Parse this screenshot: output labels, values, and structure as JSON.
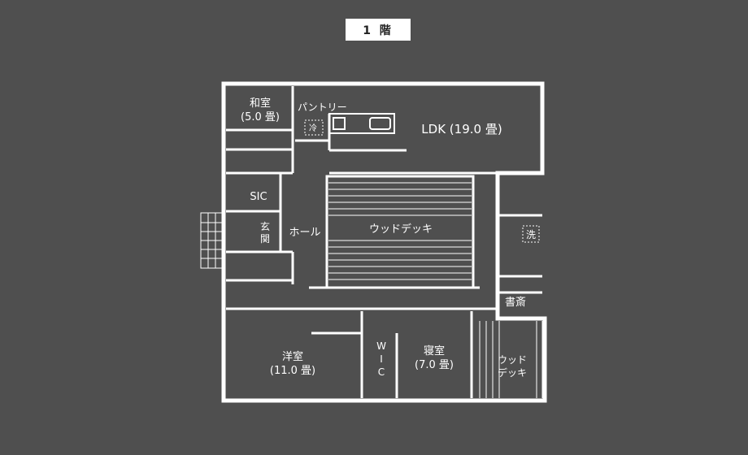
{
  "floor_label": "1 階",
  "rooms": {
    "washitsu": {
      "name": "和室",
      "size": "(5.0 畳)"
    },
    "pantry": {
      "name": "パントリー"
    },
    "fridge": {
      "name": "冷"
    },
    "ldk": {
      "name": "LDK (19.0 畳)"
    },
    "sic": {
      "name": "SIC"
    },
    "genkan_1": {
      "name": "玄"
    },
    "genkan_2": {
      "name": "関"
    },
    "hall": {
      "name": "ホール"
    },
    "wood_deck": {
      "name": "ウッドデッキ"
    },
    "laundry": {
      "name": "洗"
    },
    "study": {
      "name": "書斎"
    },
    "youshitsu": {
      "name": "洋室",
      "size": "(11.0 畳)"
    },
    "wic_w": {
      "name": "W"
    },
    "wic_i": {
      "name": "I"
    },
    "wic_c": {
      "name": "C"
    },
    "bedroom": {
      "name": "寝室",
      "size": "(7.0 畳)"
    },
    "deck2_1": {
      "name": "ウッド"
    },
    "deck2_2": {
      "name": "デッキ"
    }
  },
  "colors": {
    "background": "#4f4f4f",
    "lines": "#ffffff"
  }
}
